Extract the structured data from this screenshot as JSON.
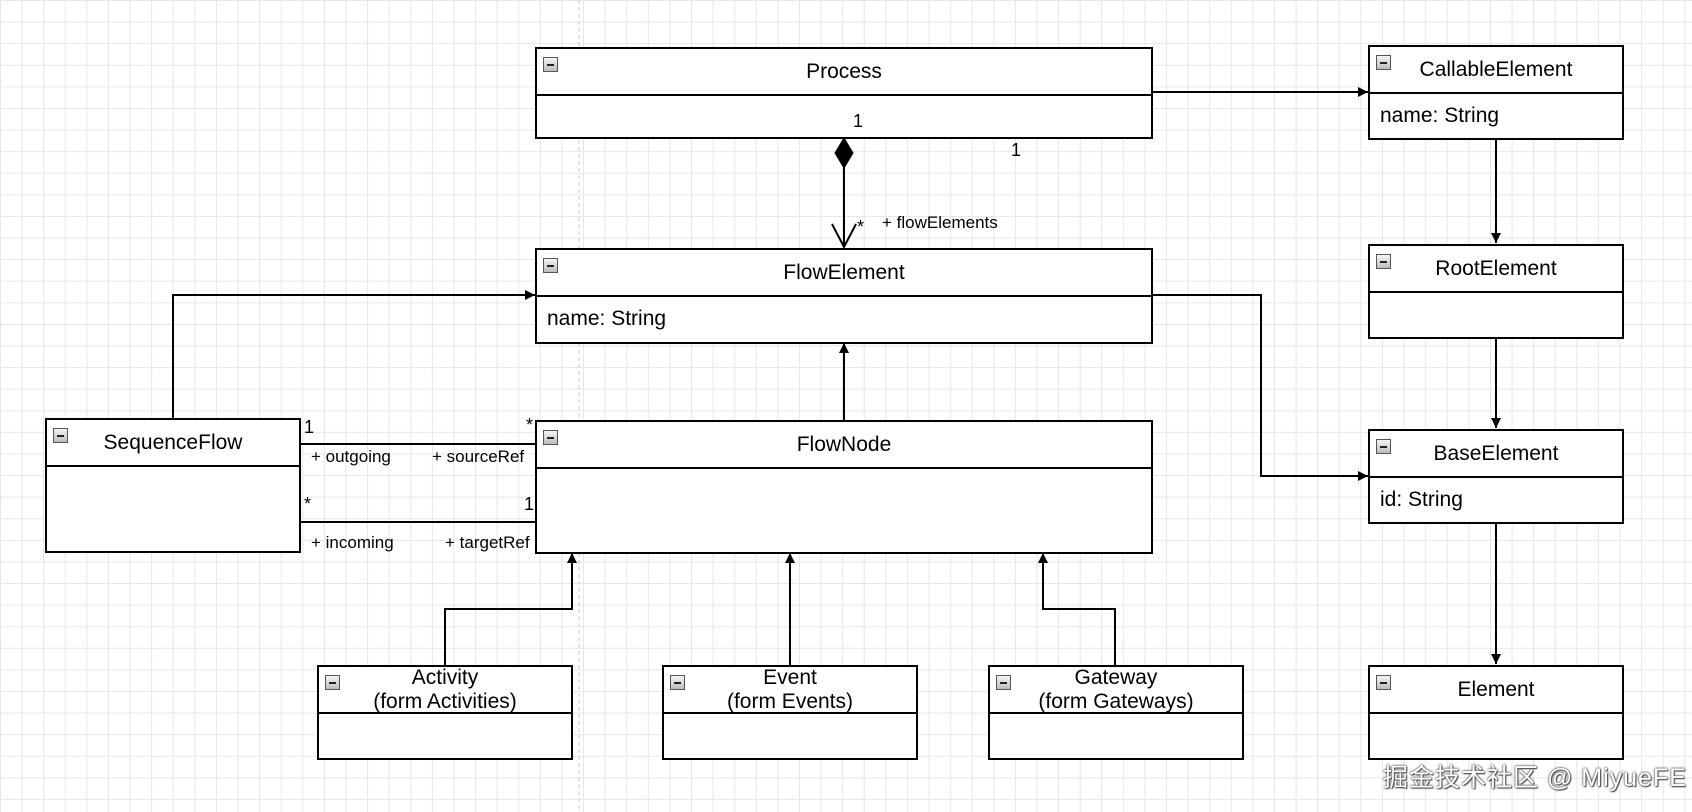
{
  "diagram": {
    "classes": {
      "process": {
        "name": "Process"
      },
      "callable_element": {
        "name": "CallableElement",
        "attribute": "name: String"
      },
      "flow_element": {
        "name": "FlowElement",
        "attribute": "name: String"
      },
      "root_element": {
        "name": "RootElement"
      },
      "sequence_flow": {
        "name": "SequenceFlow"
      },
      "flow_node": {
        "name": "FlowNode"
      },
      "base_element": {
        "name": "BaseElement",
        "attribute": "id: String"
      },
      "activity": {
        "name": "Activity\n(form Activities)"
      },
      "event": {
        "name": "Event\n(form Events)"
      },
      "gateway": {
        "name": "Gateway\n(form Gateways)"
      },
      "element": {
        "name": "Element"
      }
    },
    "labels": {
      "process_mult_1": "1",
      "process_mult_1b": "1",
      "flow_elements_mult": "*",
      "flow_elements_role": "+ flowElements",
      "outgoing_mult": "1",
      "outgoing_role": "+ outgoing",
      "source_ref_mult": "*",
      "source_ref_role": "+ sourceRef",
      "incoming_mult": "*",
      "incoming_role": "+ incoming",
      "target_ref_mult": "1",
      "target_ref_role": "+ targetRef"
    }
  },
  "watermark": "掘金技术社区 @ MiyueFE"
}
